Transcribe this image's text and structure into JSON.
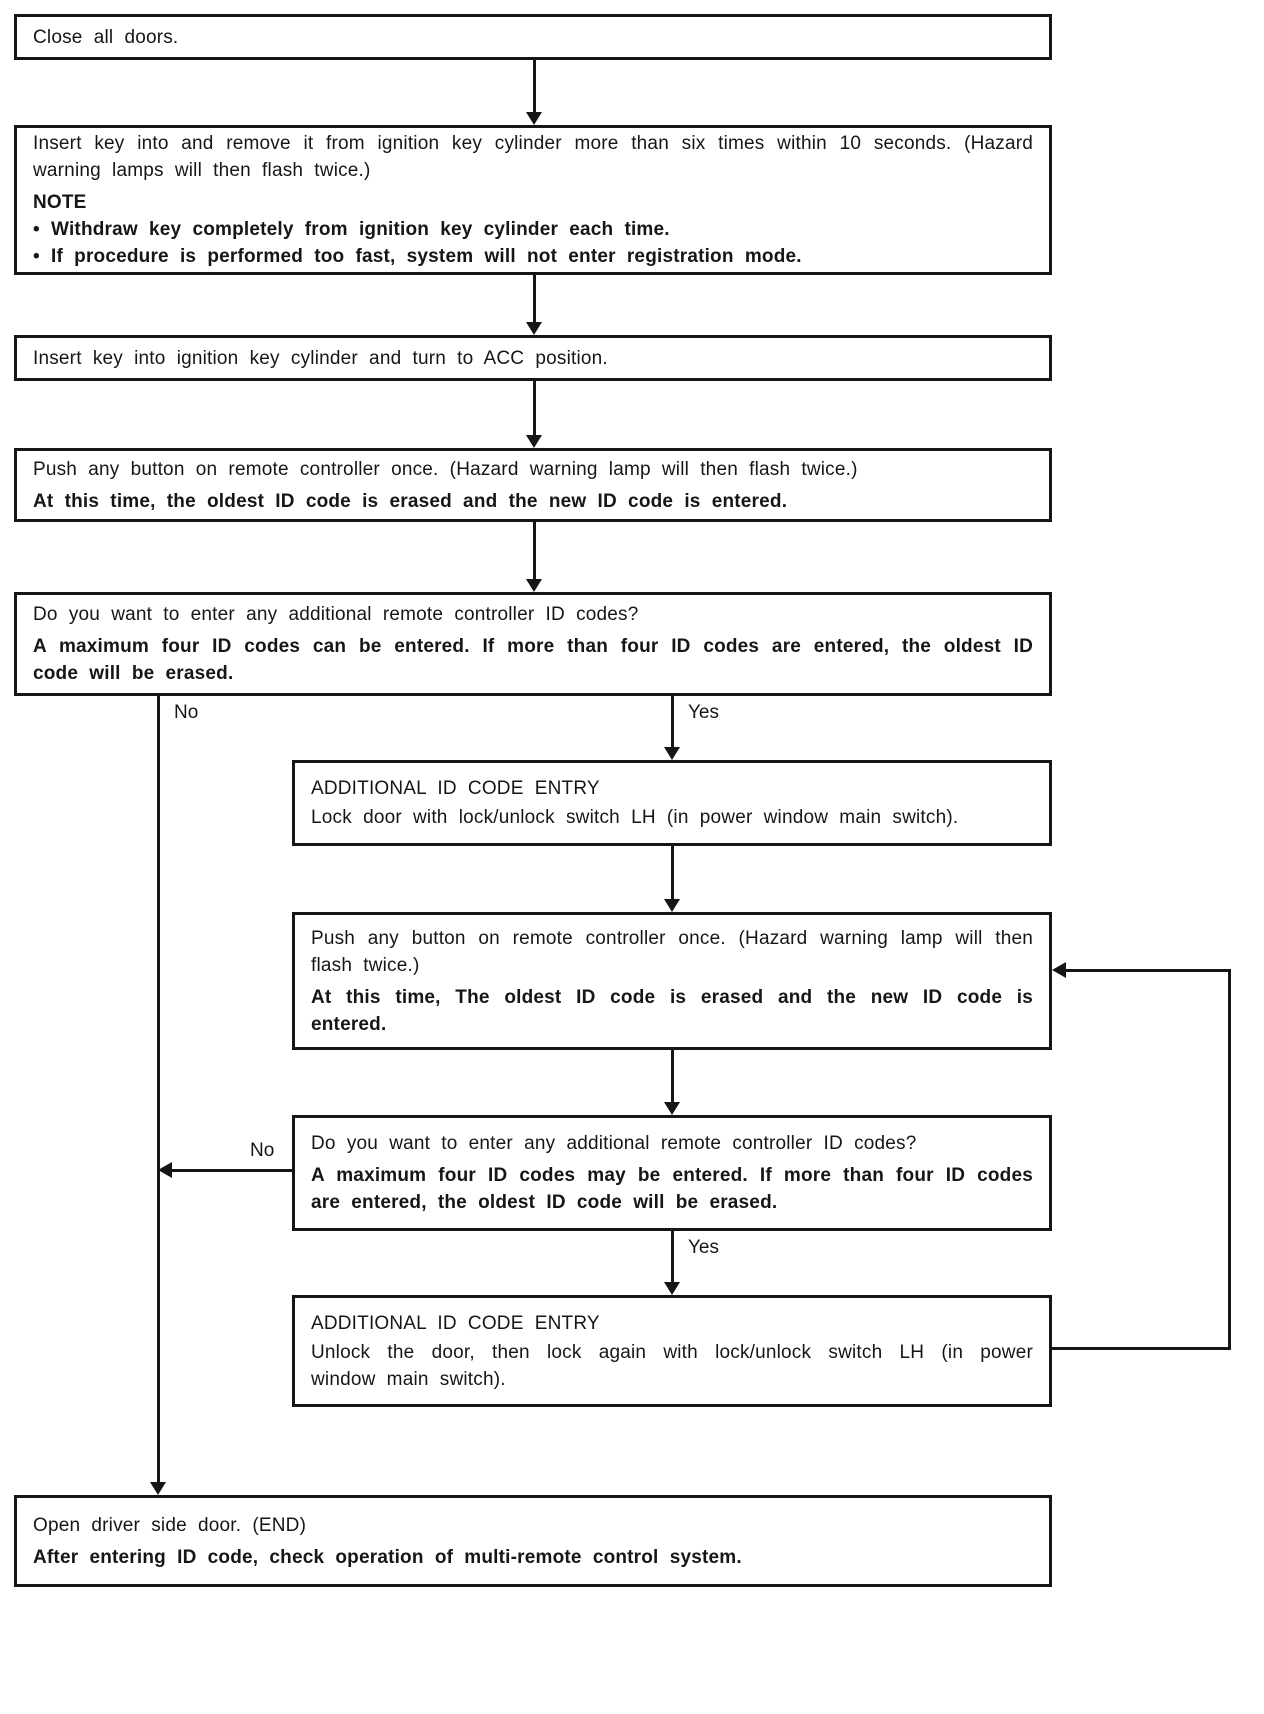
{
  "page": {
    "background": "#ffffff",
    "ink": "#161616"
  },
  "flowchart": {
    "boxes": {
      "close_doors": {
        "p1": "Close all doors."
      },
      "insert_remove_key": {
        "p1": "Insert key into and remove it from ignition key cylinder more than six times within 10 seconds. (Hazard warning lamps will then flash twice.)",
        "p2": "NOTE",
        "p3": "• Withdraw key completely from ignition key cylinder each time.",
        "p4": "• If procedure is performed too fast, system will not enter registration mode."
      },
      "insert_key_acc": {
        "p1": "Insert key into ignition key cylinder and turn to ACC position."
      },
      "push_button_first": {
        "p1": "Push any button on remote controller once. (Hazard warning lamp will then flash twice.)",
        "p2": "At this time, the oldest ID code is erased and the new ID code is entered."
      },
      "additional_codes_question_1": {
        "p1": "Do you want to enter any additional remote controller ID codes?",
        "p2": "A maximum four ID codes can be entered. If more than four ID codes are entered, the oldest ID code will be erased."
      },
      "additional_entry_lock": {
        "p1": "ADDITIONAL ID CODE ENTRY",
        "p2": "Lock door with lock/unlock switch LH (in power window main switch)."
      },
      "push_button_loop": {
        "p1": "Push any button on remote controller once. (Hazard warning lamp will then flash twice.)",
        "p2": "At this time, The oldest ID code is erased and the new ID code is entered."
      },
      "additional_codes_question_2": {
        "p1": "Do you want to enter any additional remote controller ID codes?",
        "p2": "A maximum four ID codes may be entered. If more than four ID codes are entered, the oldest ID code will be erased."
      },
      "additional_entry_unlock": {
        "p1": "ADDITIONAL ID CODE ENTRY",
        "p2": "Unlock the door, then lock again with lock/unlock switch LH (in power window main switch)."
      },
      "open_door_end": {
        "p1": "Open driver side door. (END)",
        "p2": "After entering ID code, check operation of multi-remote control system."
      }
    },
    "branch_labels": {
      "no_first": "No",
      "yes_first": "Yes",
      "no_second": "No",
      "yes_second": "Yes"
    }
  }
}
